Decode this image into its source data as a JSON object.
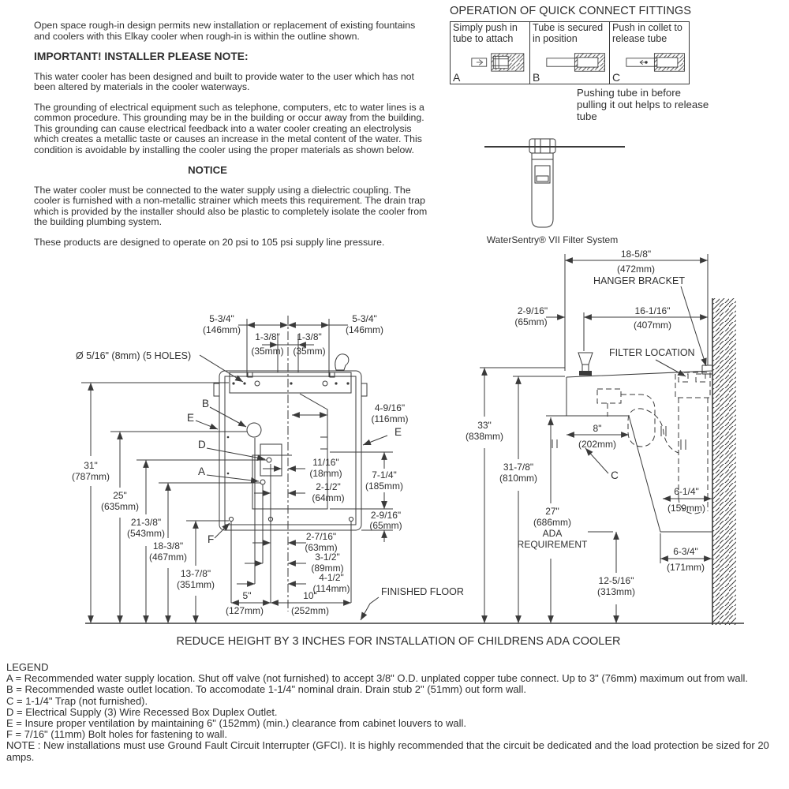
{
  "doc": {
    "intro": "Open space rough-in design permits new installation or replacement of existing fountains and coolers with this Elkay cooler when rough-in is within the outline shown.",
    "important_title": "IMPORTANT!   INSTALLER PLEASE NOTE:",
    "important_body": "This water cooler has been designed and built to provide water to the user which has not been altered by materials in the cooler waterways.",
    "grounding": "The grounding of electrical equipment such as telephone, computers, etc to water lines is a common procedure.  This grounding may be in the building or occur away from the building.  This grounding can cause electrical feedback into a water cooler creating an electrolysis which creates a metallic taste or causes an increase in the metal content of the water.  This condition is avoidable by installing the cooler using the proper materials as shown below.",
    "notice_title": "NOTICE",
    "notice_body": "The water cooler must be connected to the water supply using a dielectric coupling. The cooler is furnished with a non-metallic strainer which meets this requirement. The drain trap which is provided by the installer should also be plastic to completely isolate the cooler from the building plumbing system.",
    "pressure": "These products are designed to operate on 20 psi to 105 psi supply line pressure."
  },
  "quick_connect": {
    "title": "OPERATION OF QUICK CONNECT FITTINGS",
    "steps": [
      {
        "letter": "A",
        "caption": "Simply push in tube to attach"
      },
      {
        "letter": "B",
        "caption": "Tube is secured in position"
      },
      {
        "letter": "C",
        "caption": "Push in collet to release tube"
      }
    ],
    "note": "Pushing tube in before pulling it out helps to release tube"
  },
  "filter_figure": {
    "caption": "WaterSentry® VII Filter System"
  },
  "front": {
    "w_left_in": "5-3/4\"",
    "w_left_mm": "(146mm)",
    "w_right_in": "5-3/4\"",
    "w_right_mm": "(146mm)",
    "s_left_in": "1-3/8\"",
    "s_left_mm": "(35mm)",
    "s_right_in": "1-3/8\"",
    "s_right_mm": "(35mm)",
    "holes": "Ø 5/16\" (8mm) (5 HOLES)",
    "h31_in": "31\"",
    "h31_mm": "(787mm)",
    "h25_in": "25\"",
    "h25_mm": "(635mm)",
    "h21_in": "21-3/8\"",
    "h21_mm": "(543mm)",
    "h18_in": "18-3/8\"",
    "h18_mm": "(467mm)",
    "h13_in": "13-7/8\"",
    "h13_mm": "(351mm)",
    "d116_in": "4-9/16\"",
    "d116_mm": "(116mm)",
    "d18_in": "11/16\"",
    "d18_mm": "(18mm)",
    "d64_in": "2-1/2\"",
    "d64_mm": "(64mm)",
    "d185_in": "7-1/4\"",
    "d185_mm": "(185mm)",
    "d65_in": "2-9/16\"",
    "d65_mm": "(65mm)",
    "d63_in": "2-7/16\"",
    "d63_mm": "(63mm)",
    "d89_in": "3-1/2\"",
    "d89_mm": "(89mm)",
    "d114_in": "4-1/2\"",
    "d114_mm": "(114mm)",
    "d127_in": "5\"",
    "d127_mm": "(127mm)",
    "d252_in": "10\"",
    "d252_mm": "(252mm)",
    "la": "A",
    "lb": "B",
    "ld": "D",
    "le": "E",
    "le2": "E",
    "lf": "F"
  },
  "side": {
    "w_top_in": "18-5/8\"",
    "w_top_mm": "(472mm)",
    "hanger": "HANGER BRACKET",
    "d65_in": "2-9/16\"",
    "d65_mm": "(65mm)",
    "d407_in": "16-1/16\"",
    "d407_mm": "(407mm)",
    "filter_loc": "FILTER LOCATION",
    "h33_in": "33\"",
    "h33_mm": "(838mm)",
    "d202_in": "8\"",
    "d202_mm": "(202mm)",
    "h31_in": "31-7/8\"",
    "h31_mm": "(810mm)",
    "h27_in": "27\"",
    "h27_mm": "(686mm)",
    "h27_l3": "ADA",
    "h27_l4": "REQUIREMENT",
    "d159_in": "6-1/4\"",
    "d159_mm": "(159mm)",
    "d171_in": "6-3/4\"",
    "d171_mm": "(171mm)",
    "h12_in": "12-5/16\"",
    "h12_mm": "(313mm)",
    "lc": "C"
  },
  "floor": {
    "label": "FINISHED FLOOR",
    "reduce_note": "REDUCE HEIGHT BY 3 INCHES FOR INSTALLATION OF CHILDRENS ADA COOLER"
  },
  "legend": {
    "title": "LEGEND",
    "items": [
      "A = Recommended water supply location. Shut off valve (not furnished) to accept 3/8\" O.D. unplated copper tube connect. Up to 3\" (76mm) maximum out from wall.",
      "B = Recommended waste outlet location. To accomodate 1-1/4\" nominal drain. Drain stub 2\" (51mm) out form wall.",
      "C = 1-1/4\" Trap (not furnished).",
      "D = Electrical Supply (3) Wire Recessed Box Duplex Outlet.",
      "E = Insure proper ventilation by maintaining 6\" (152mm) (min.) clearance from cabinet louvers to wall.",
      "F = 7/16\" (11mm) Bolt holes for fastening to wall."
    ],
    "note": "NOTE : New installations must use Ground Fault Circuit Interrupter (GFCI). It is highly recommended that the circuit be dedicated and the load protection be sized for 20 amps."
  }
}
